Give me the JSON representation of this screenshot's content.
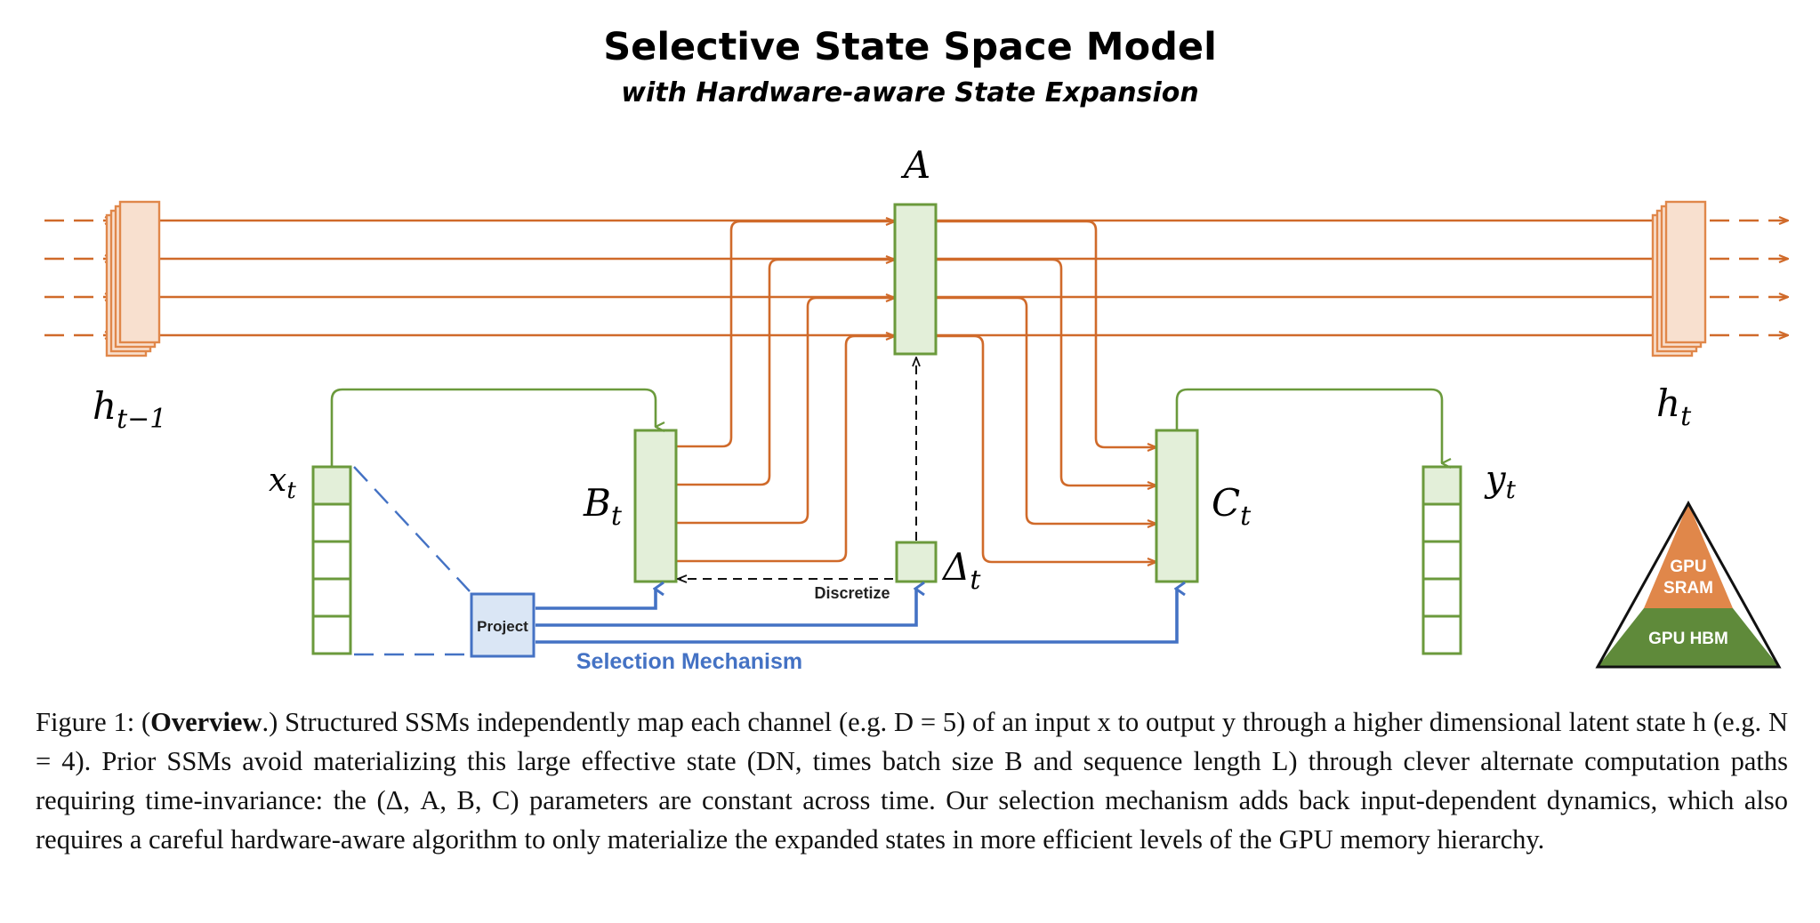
{
  "header": {
    "title": "Selective State Space Model",
    "subtitle": "with Hardware-aware State Expansion"
  },
  "labels": {
    "A": "A",
    "h_prev_base": "h",
    "h_prev_sub": "t−1",
    "h_next_base": "h",
    "h_next_sub": "t",
    "x_base": "x",
    "x_sub": "t",
    "B_base": "B",
    "B_sub": "t",
    "C_base": "C",
    "C_sub": "t",
    "y_base": "y",
    "y_sub": "t",
    "delta_base": "Δ",
    "delta_sub": "t",
    "project": "Project",
    "discretize": "Discretize",
    "selection_mechanism": "Selection Mechanism"
  },
  "pyramid": {
    "top_line1": "GPU",
    "top_line2": "SRAM",
    "bottom": "GPU HBM",
    "top_color": "#e0874a",
    "bottom_color": "#5f8a3a"
  },
  "colors": {
    "state_orange": "#d06a2a",
    "state_fill": "#f8e0cf",
    "param_green": "#6b9a3c",
    "param_fill": "#e3efd9",
    "selection_blue": "#4472c4",
    "project_fill": "#dae6f5"
  },
  "caption": {
    "lead": "Figure 1: (",
    "bold": "Overview",
    "text": ".) Structured SSMs independently map each channel (e.g. D = 5) of an input x to output y through a higher dimensional latent state h (e.g. N = 4). Prior SSMs avoid materializing this large effective state (DN, times batch size B and sequence length L) through clever alternate computation paths requiring time-invariance: the (Δ, A, B, C) parameters are constant across time. Our selection mechanism adds back input-dependent dynamics, which also requires a careful hardware-aware algorithm to only materialize the expanded states in more efficient levels of the GPU memory hierarchy."
  }
}
